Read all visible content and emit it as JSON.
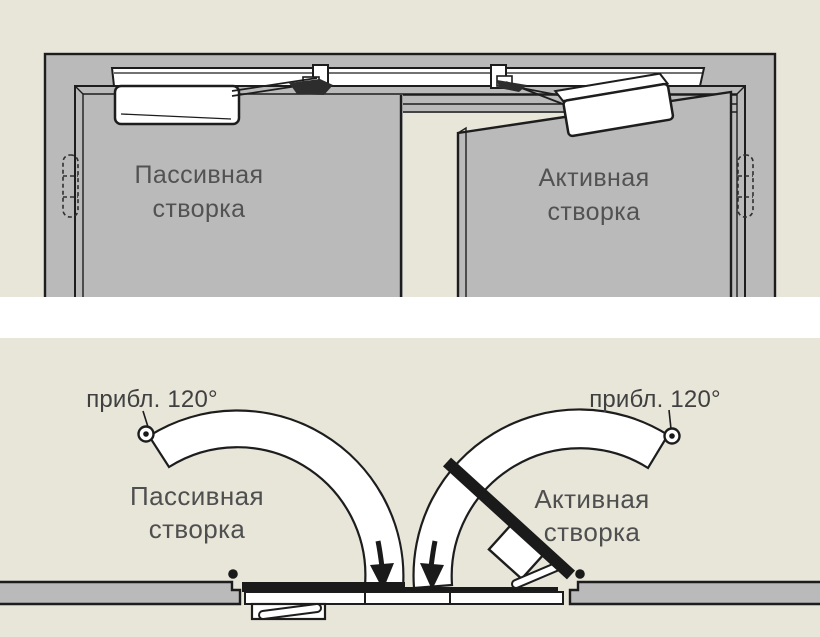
{
  "colors": {
    "page_background": "#ffffff",
    "panel_background": "#e8e5d9",
    "wall_gray": "#bababa",
    "outline": "#1d1d1d",
    "door_fill": "#ffffff",
    "leaf_closed_black": "#1a1a1a",
    "label_text": "#525252"
  },
  "top_view": {
    "description": "elevation-of-double-door-with-slide-rail-closers",
    "passive_leaf_label": [
      "Пассивная",
      "створка"
    ],
    "active_leaf_label": [
      "Активная",
      "створка"
    ]
  },
  "plan_view": {
    "description": "plan-of-door-swing-arcs",
    "passive_leaf_label": [
      "Пассивная",
      "створка"
    ],
    "active_leaf_label": [
      "Активная",
      "створка"
    ],
    "passive_swing_angle": "прибл. 120°",
    "active_swing_angle": "прибл. 120°"
  }
}
